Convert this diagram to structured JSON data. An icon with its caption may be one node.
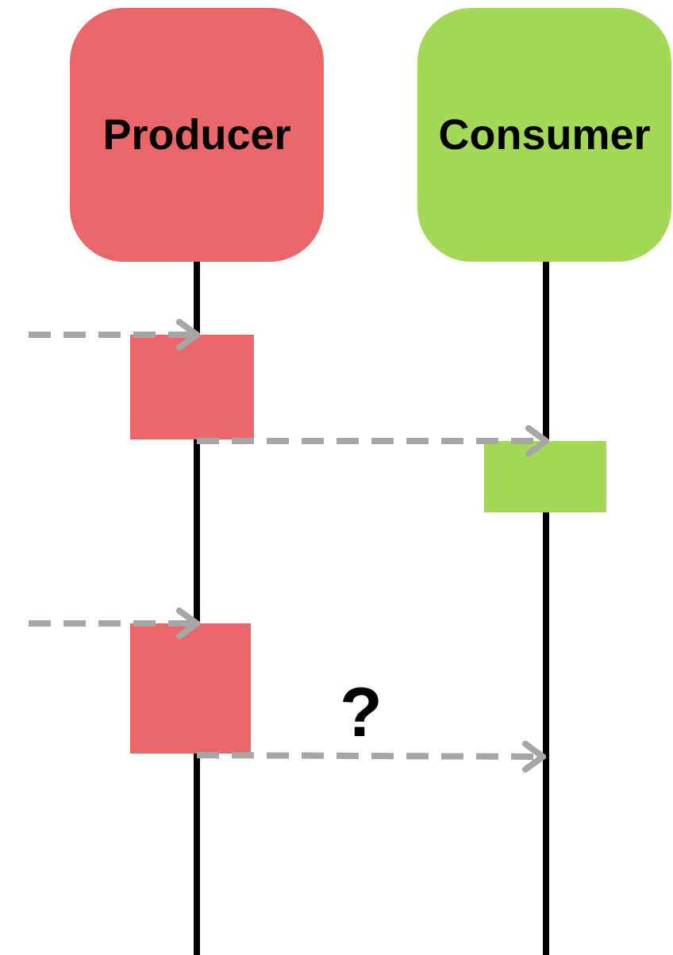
{
  "diagram": {
    "nodes": [
      {
        "text": [
          "Producer"
        ]
      },
      {
        "text": [
          "Consumer"
        ]
      },
      {
        "text": [],
        "shape": "box"
      },
      {
        "text": [],
        "shape": "box"
      },
      {
        "text": [],
        "shape": "box"
      }
    ],
    "edges": [
      {
        "from": null,
        "to": 2,
        "arrow": "to",
        "style": "dashed"
      },
      {
        "from": 2,
        "to": 3,
        "arrow": "to",
        "style": "dashed"
      },
      {
        "from": null,
        "to": 4,
        "arrow": "to",
        "style": "dashed"
      },
      {
        "from": 4,
        "to": null,
        "arrow": "to",
        "style": "dashed",
        "label": "?"
      }
    ]
  }
}
